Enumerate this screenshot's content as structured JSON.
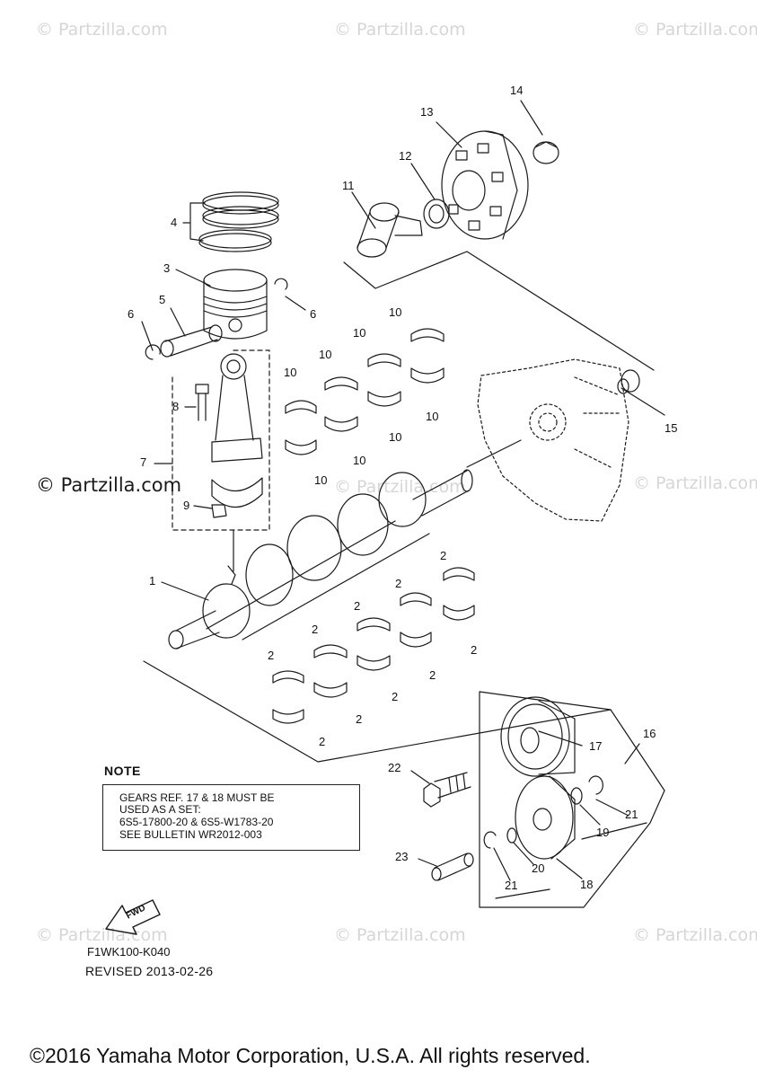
{
  "watermarks": {
    "light": "© Partzilla.com",
    "strong": "© Partzilla.com"
  },
  "callouts": {
    "c1": "1",
    "c2": "2",
    "c3": "3",
    "c4": "4",
    "c5": "5",
    "c6": "6",
    "c7": "7",
    "c8": "8",
    "c9": "9",
    "c10": "10",
    "c11": "11",
    "c12": "12",
    "c13": "13",
    "c14": "14",
    "c15": "15",
    "c16": "16",
    "c17": "17",
    "c18": "18",
    "c19": "19",
    "c20": "20",
    "c21": "21",
    "c22": "22",
    "c23": "23"
  },
  "note": {
    "title": "NOTE",
    "lines": [
      "GEARS REF. 17 & 18 MUST BE",
      "USED AS A SET:",
      "6S5-17800-20 & 6S5-W1783-20",
      "SEE BULLETIN WR2012-003"
    ]
  },
  "fwd_label": "FWD",
  "ref_code": "F1WK100-K040",
  "revised": "REVISED 2013-02-26",
  "copyright": "©2016 Yamaha Motor Corporation, U.S.A. All rights reserved.",
  "colors": {
    "line": "#1a1a1a",
    "watermark": "#d6d6d6",
    "background": "#ffffff"
  }
}
